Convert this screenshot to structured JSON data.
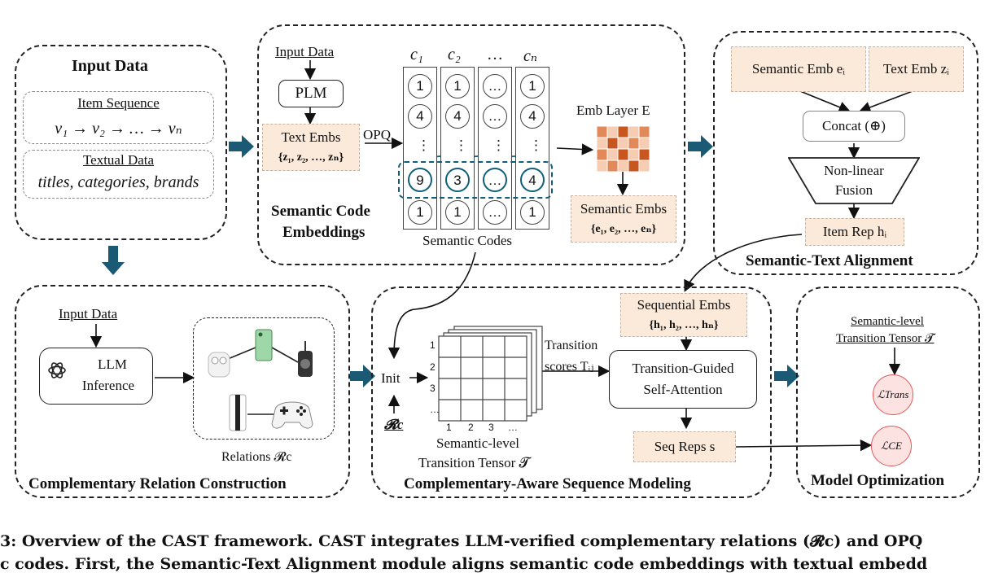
{
  "panels": {
    "input_data": {
      "title": "Input Data",
      "item_seq_label": "Item Sequence",
      "item_seq_formula": "v₁ → v₂ → … → vₙ",
      "textual_label": "Textual Data",
      "textual_content": "titles, categories, brands"
    },
    "semantic_code": {
      "input_label": "Input Data",
      "plm": "PLM",
      "text_embs": "Text Embs",
      "text_embs_set": "{z₁, z₂, …, zₙ}",
      "opq": "OPQ",
      "col_headers": [
        "c₁",
        "c₂",
        "…",
        "cₙ"
      ],
      "code_columns": [
        [
          "1",
          "4",
          "⋮",
          "9",
          "1"
        ],
        [
          "1",
          "4",
          "⋮",
          "3",
          "1"
        ],
        [
          "…",
          "…",
          "⋮",
          "…",
          "…"
        ],
        [
          "1",
          "4",
          "⋮",
          "4",
          "1"
        ]
      ],
      "codes_label": "Semantic Codes",
      "title_line1": "Semantic Code",
      "title_line2": "Embeddings",
      "emb_layer": "Emb Layer E",
      "sem_embs": "Semantic Embs",
      "sem_embs_set": "{e₁, e₂, …, eₙ}"
    },
    "alignment": {
      "sem_emb": "Semantic Emb eᵢ",
      "text_emb": "Text Emb zᵢ",
      "concat": "Concat (⊕)",
      "fusion_line1": "Non-linear",
      "fusion_line2": "Fusion",
      "item_rep": "Item Rep hᵢ",
      "title": "Semantic-Text Alignment"
    },
    "relation": {
      "input_label": "Input Data",
      "llm_line1": "LLM",
      "llm_line2": "Inference",
      "relations": "Relations 𝓡c",
      "title": "Complementary Relation Construction"
    },
    "sequence": {
      "init": "Init",
      "rc": "𝓡c",
      "row_ticks": [
        "1",
        "2",
        "3",
        "…"
      ],
      "col_ticks": [
        "1",
        "2",
        "3",
        "…"
      ],
      "tensor_line1": "Semantic-level",
      "tensor_line2": "Transition Tensor 𝓣",
      "scores_line1": "Transition",
      "scores_line2": "scores Tᵢⱼ",
      "seq_embs": "Sequential Embs",
      "seq_embs_set": "{h₁, h₂, …, hₙ}",
      "tga_line1": "Transition-Guided",
      "tga_line2": "Self-Attention",
      "seq_reps": "Seq Reps s",
      "title": "Complementary-Aware Sequence Modeling"
    },
    "optimization": {
      "tensor_line1": "Semantic-level",
      "tensor_line2": "Transition Tensor 𝓣",
      "loss_trans": "ℒTrans",
      "loss_ce": "ℒCE",
      "title": "Model Optimization"
    }
  },
  "caption": {
    "line1": "3: Overview of the CAST framework. CAST integrates LLM-verified complementary relations (𝓡c) and OPQ",
    "line2": "c codes. First, the Semantic-Text Alignment module aligns semantic code embeddings with textual embedd"
  },
  "colors": {
    "arrow_teal": "#1b5a75",
    "peach": "#fbe9da",
    "heat_dark": "#c8561f",
    "heat_mid": "#e2895a",
    "heat_light": "#f6cdb3",
    "highlight": "#0f5f7a",
    "loss_fill": "#fde2e2",
    "loss_border": "#e05a5a"
  }
}
